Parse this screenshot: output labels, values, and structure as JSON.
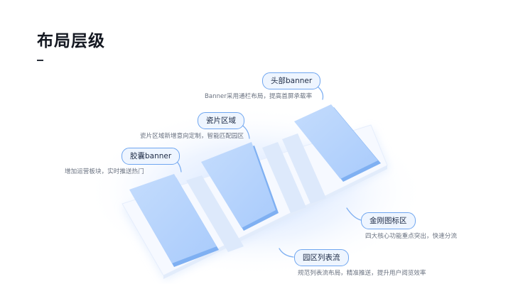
{
  "page": {
    "title": "布局层级",
    "dash": "–"
  },
  "callouts": {
    "header_banner": {
      "label": "头部banner",
      "desc": "Banner采用通栏布局，提高首屏承载率"
    },
    "tile_area": {
      "label": "瓷片区域",
      "desc": "瓷片区域新增意向定制，智能匹配园区"
    },
    "capsule_banner": {
      "label": "胶囊banner",
      "desc": "增加运营板块，实时推送热门"
    },
    "kingkong_icons": {
      "label": "金刚图标区",
      "desc": "四大核心功能重点突出，快速分流"
    },
    "park_list": {
      "label": "园区列表流",
      "desc": "规范列表流布局，精准推送，提升用户阅览效率"
    }
  },
  "colors": {
    "accent": "#6fa6f0",
    "card_main": "#b8d4fb",
    "card_light": "#dce8fb",
    "base": "#f4f8ff"
  }
}
